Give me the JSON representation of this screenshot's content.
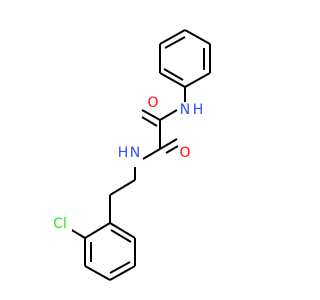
{
  "atoms": [
    {
      "id": "O1",
      "symbol": "O",
      "color": "#ff0d0d"
    },
    {
      "id": "N1",
      "symbol": "N",
      "hydrogen": "H",
      "color": "#3050f8"
    },
    {
      "id": "N2",
      "symbol": "N",
      "hydrogen": "H",
      "color": "#3050f8"
    },
    {
      "id": "O2",
      "symbol": "O",
      "color": "#ff0d0d"
    },
    {
      "id": "Cl",
      "symbol": "Cl",
      "color": "#1ff01f"
    }
  ],
  "bond_color": "#000000",
  "background": "#ffffff"
}
